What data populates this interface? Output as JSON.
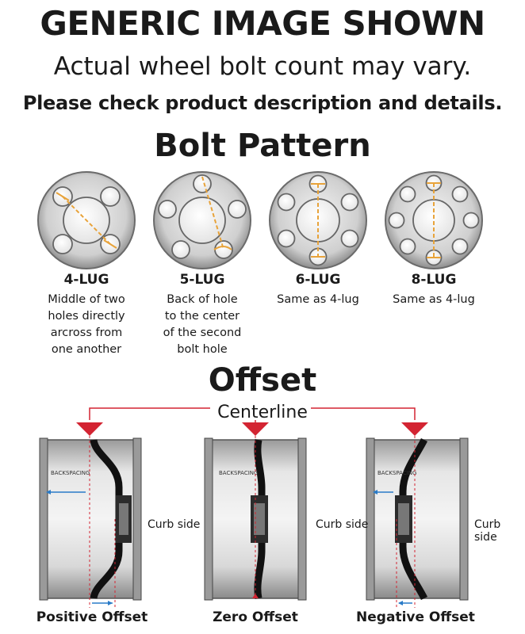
{
  "header": {
    "title": "GENERIC IMAGE SHOWN",
    "subtitle": "Actual wheel bolt count may vary.",
    "notice": "Please check product description and details."
  },
  "bolt_pattern": {
    "heading": "Bolt Pattern",
    "items": [
      {
        "title": "4-LUG",
        "desc": [
          "Middle of two",
          "holes directly",
          "arcross from",
          "one another"
        ]
      },
      {
        "title": "5-LUG",
        "desc": [
          "Back of hole",
          "to the center",
          "of the second",
          "bolt hole"
        ]
      },
      {
        "title": "6-LUG",
        "desc": [
          "Same as 4-lug"
        ]
      },
      {
        "title": "8-LUG",
        "desc": [
          "Same as 4-lug"
        ]
      }
    ]
  },
  "offset": {
    "heading": "Offset",
    "centerline_label": "Centerline",
    "curb_label": "Curb side",
    "types": [
      "Positive Offset",
      "Zero Offset",
      "Negative Offset"
    ],
    "rim_text": [
      "BACKSPACING",
      "BACKSPACING",
      "BACKSPACING"
    ]
  },
  "colors": {
    "accent": "#e8a33a",
    "centerline": "#d32432",
    "arrow": "#2a7bc8"
  }
}
